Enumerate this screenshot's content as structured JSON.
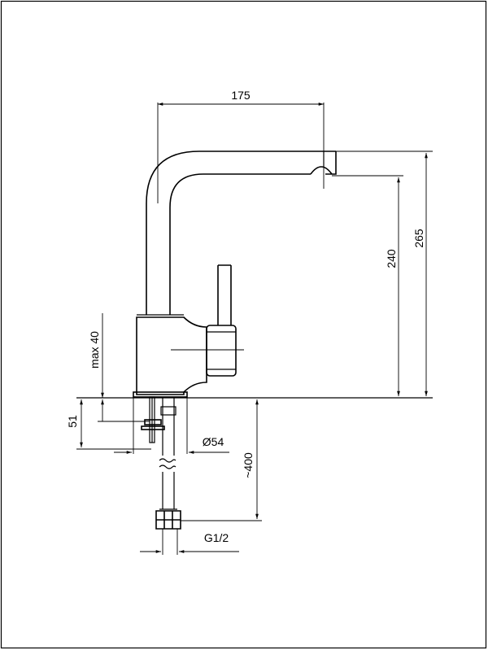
{
  "dimensions": {
    "spout_reach": "175",
    "spout_outlet_height": "240",
    "total_height": "265",
    "max_deck_thickness": "max 40",
    "shank_length": "51",
    "base_diameter": "Ø54",
    "hose_length": "~400",
    "thread": "G1/2"
  },
  "colors": {
    "line": "#000000",
    "background": "#ffffff"
  }
}
